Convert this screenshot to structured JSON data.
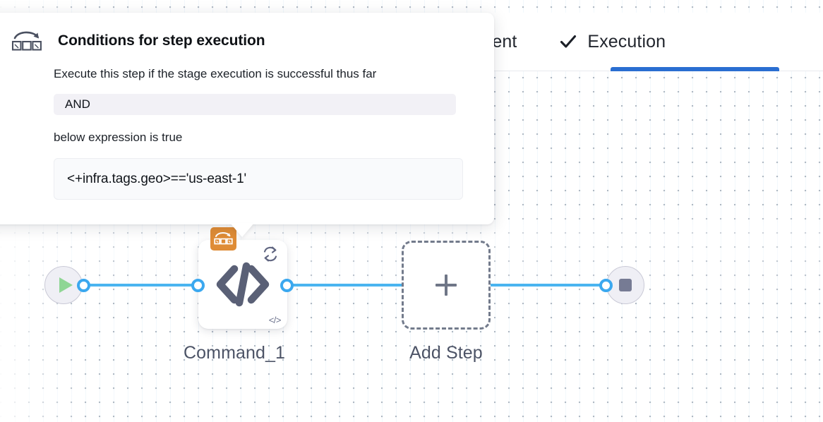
{
  "tabs": {
    "items": [
      {
        "label": "ronment",
        "icon": null,
        "active": false,
        "clipped": true
      },
      {
        "label": "Execution",
        "icon": "check-icon",
        "active": true,
        "clipped": false
      }
    ],
    "active_underline_color": "#2a6ed1"
  },
  "popup": {
    "icon": "conditional-execution-icon",
    "title": "Conditions for step execution",
    "line1": "Execute this step if the stage execution is successful thus far",
    "operator_value": "AND",
    "line2": "below expression is true",
    "expression": "<+infra.tags.geo>=='us-east-1'"
  },
  "pipeline": {
    "start_node": {
      "icon": "play-icon",
      "name": "start"
    },
    "end_node": {
      "icon": "stop-icon",
      "name": "end"
    },
    "command_node": {
      "label": "Command_1",
      "main_icon": "code-icon",
      "badge_icon": "conditional-execution-icon",
      "badge_color": "#df8c36",
      "loop_icon": "loop-icon",
      "mini_icon": "code-icon",
      "mini_glyph": "</>"
    },
    "add_node": {
      "label": "Add Step",
      "icon": "plus-icon"
    },
    "wire_color": "#4ab4f0"
  }
}
